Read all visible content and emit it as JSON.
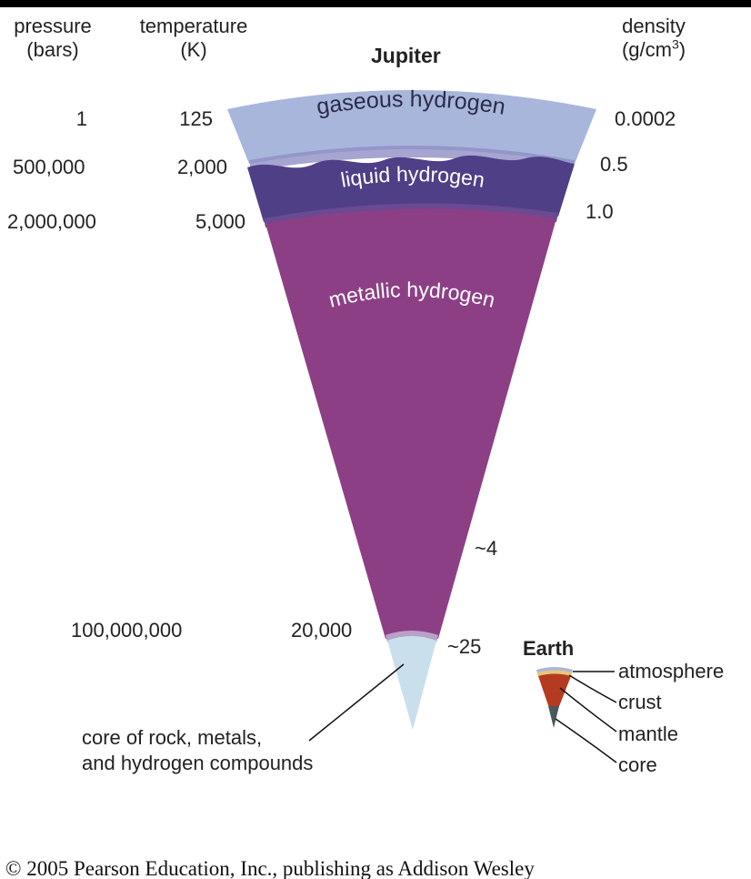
{
  "headers": {
    "pressure_line1": "pressure",
    "pressure_line2": "(bars)",
    "temperature_line1": "temperature",
    "temperature_line2": "(K)",
    "density_line1": "density",
    "density_line2_prefix": "(g/cm",
    "density_line2_sup": "3",
    "density_line2_suffix": ")"
  },
  "planet_title": "Jupiter",
  "rows": [
    {
      "pressure": "1",
      "temperature": "125",
      "density": "0.0002"
    },
    {
      "pressure": "500,000",
      "temperature": "2,000",
      "density": "0.5"
    },
    {
      "pressure": "2,000,000",
      "temperature": "5,000",
      "density": "1.0"
    }
  ],
  "inner_density_label": "~4",
  "core_row": {
    "pressure": "100,000,000",
    "temperature": "20,000",
    "density": "~25"
  },
  "layers": {
    "gaseous": "gaseous hydrogen",
    "liquid": "liquid hydrogen",
    "metallic": "metallic hydrogen"
  },
  "core_label_line1": "core of rock, metals,",
  "core_label_line2": "and hydrogen compounds",
  "earth": {
    "title": "Earth",
    "atmosphere": "atmosphere",
    "crust": "crust",
    "mantle": "mantle",
    "core": "core"
  },
  "colors": {
    "gaseous": "#a9b6dc",
    "liquid": "#4f3f86",
    "metallic": "#8d3f85",
    "core": "#c9e0ec",
    "earth_mantle": "#b53a22",
    "earth_core": "#4a5860"
  },
  "credit": "© 2005 Pearson Education, Inc., publishing as Addison Wesley"
}
